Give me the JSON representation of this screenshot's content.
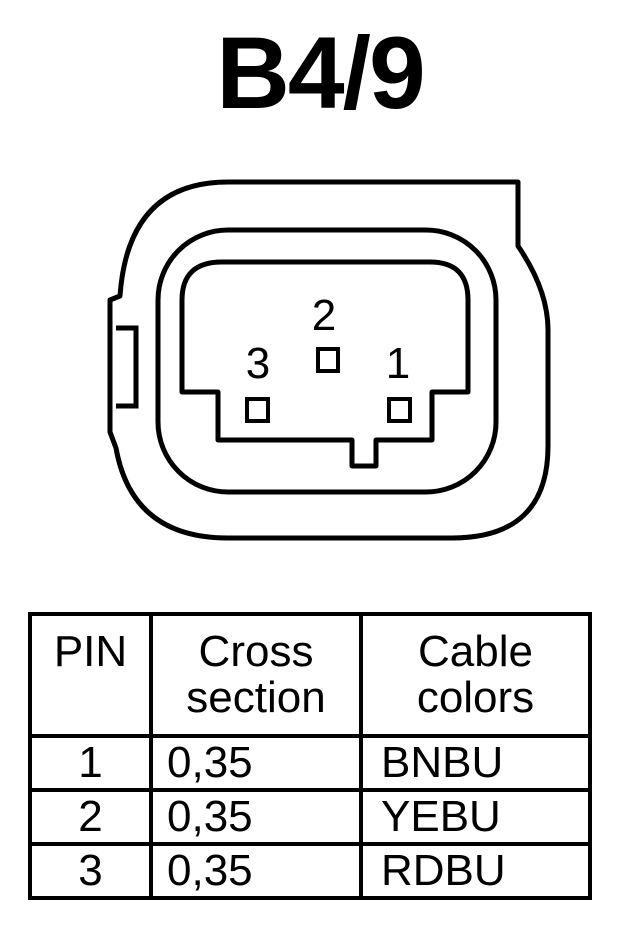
{
  "title": "B4/9",
  "connector": {
    "pins": [
      {
        "label": "2"
      },
      {
        "label": "3"
      },
      {
        "label": "1"
      }
    ]
  },
  "table": {
    "headers": {
      "pin": "PIN",
      "cross_section_line1": "Cross",
      "cross_section_line2": "section",
      "cable_colors_line1": "Cable",
      "cable_colors_line2": "colors"
    },
    "rows": [
      {
        "pin": "1",
        "cross_section": "0,35",
        "cable_color": "BNBU"
      },
      {
        "pin": "2",
        "cross_section": "0,35",
        "cable_color": "YEBU"
      },
      {
        "pin": "3",
        "cross_section": "0,35",
        "cable_color": "RDBU"
      }
    ]
  }
}
